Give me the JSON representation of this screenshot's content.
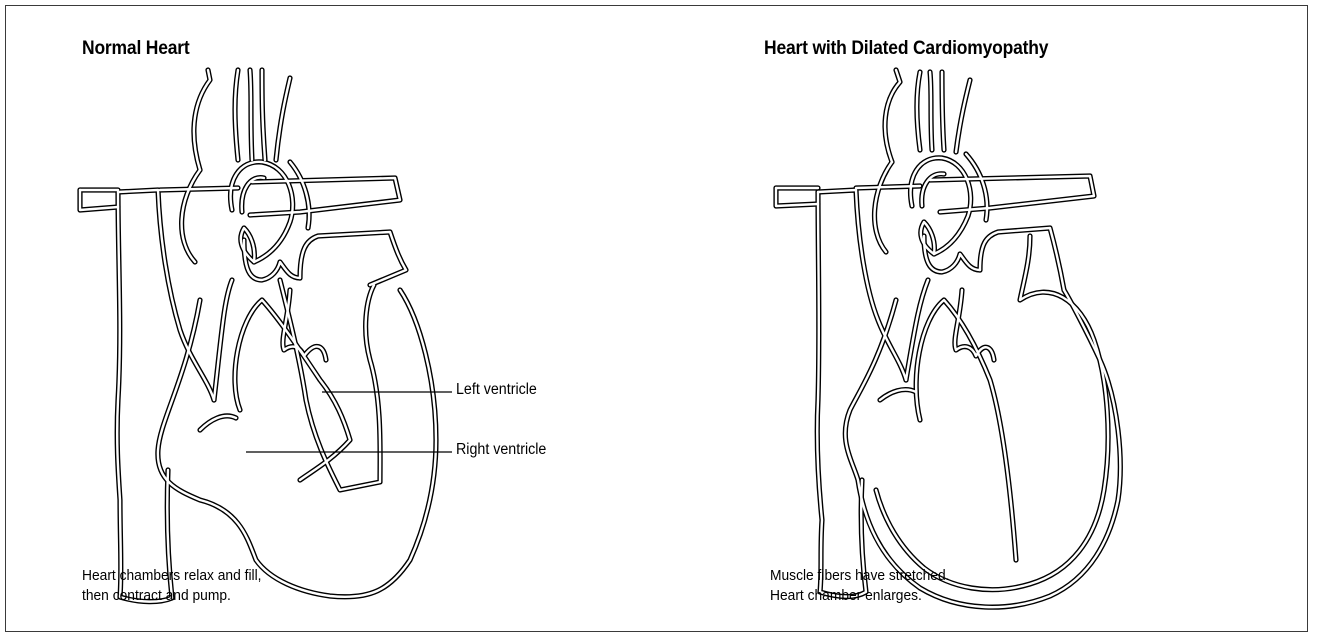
{
  "panels": [
    {
      "title": "Normal Heart",
      "caption_lines": [
        "Heart chambers relax and fill,",
        "then contract and pump."
      ],
      "labels": [
        "Left ventricle",
        "Right ventricle"
      ]
    },
    {
      "title": "Heart with Dilated Cardiomyopathy",
      "caption_lines": [
        "Muscle fibers have stretched.",
        "Heart chamber enlarges."
      ]
    }
  ]
}
